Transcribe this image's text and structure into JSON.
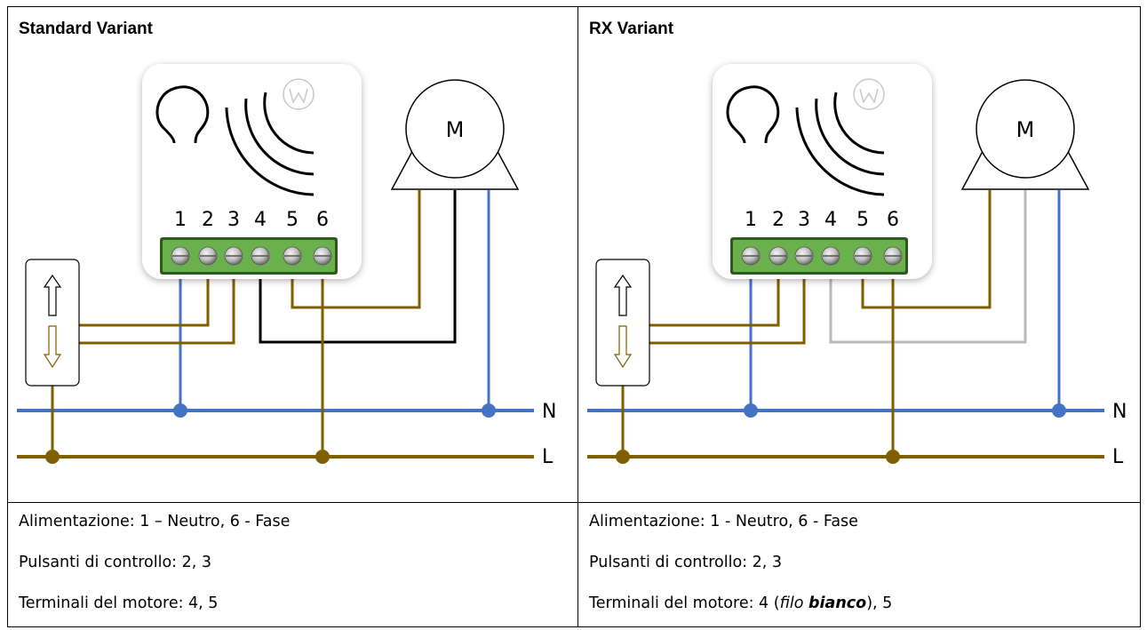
{
  "panels": [
    {
      "title": "Standard Variant",
      "motor_label": "M",
      "terminals": [
        "1",
        "2",
        "3",
        "4",
        "5",
        "6"
      ],
      "line_labels": {
        "neutral": "N",
        "phase": "L"
      },
      "notes": {
        "power": "Alimentazione: 1 – Neutro, 6 - Fase",
        "buttons": "Pulsanti di controllo: 2, 3",
        "motor": "Terminali del motore: 4, 5"
      },
      "motor_wire_color": "#000000"
    },
    {
      "title": "RX Variant",
      "motor_label": "M",
      "terminals": [
        "1",
        "2",
        "3",
        "4",
        "5",
        "6"
      ],
      "line_labels": {
        "neutral": "N",
        "phase": "L"
      },
      "notes": {
        "power": "Alimentazione: 1 - Neutro, 6 - Fase",
        "buttons": "Pulsanti di controllo: 2, 3",
        "motor_prefix": "Terminali del motore: 4 (",
        "motor_italic": "filo ",
        "motor_bold_italic": "bianco",
        "motor_suffix": "), 5"
      },
      "motor_wire_color": "#b9b9b9"
    }
  ],
  "colors": {
    "neutral": "#4472c4",
    "phase": "#7f5f00",
    "terminal_block": "#6ab04c"
  }
}
